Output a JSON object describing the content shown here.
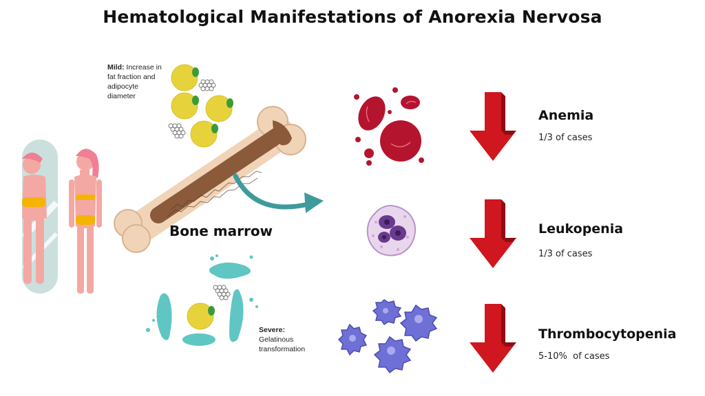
{
  "title": "Hematological Manifestations of Anorexia Nervosa",
  "mild": {
    "label": "Mild:",
    "text_lines": [
      "Increase in",
      "fat fraction and",
      "adipocyte",
      "diameter"
    ]
  },
  "bone_marrow_label": "Bone marrow",
  "severe": {
    "label": "Severe:",
    "text_lines": [
      "Gelatinous",
      "transformation"
    ]
  },
  "conditions": [
    {
      "name": "Anemia",
      "stat": "1/3 of cases",
      "icon": "red-blood-cells-icon"
    },
    {
      "name": "Leukopenia",
      "stat": "1/3 of cases",
      "icon": "white-blood-cell-icon"
    },
    {
      "name": "Thrombocytopenia",
      "stat": "5-10%  of cases",
      "icon": "platelets-icon"
    }
  ],
  "colors": {
    "arrow_red": "#d0161e",
    "arrow_dark": "#8e0d12",
    "teal": "#3f9b9b",
    "rbc": "#b5142f",
    "adipocyte": "#e6d33c",
    "bone": "#f1d4b8",
    "marrow": "#8a5a3a",
    "wbc": "#a77bc4",
    "platelet": "#6f70d6",
    "gel": "#5fc6c3"
  }
}
